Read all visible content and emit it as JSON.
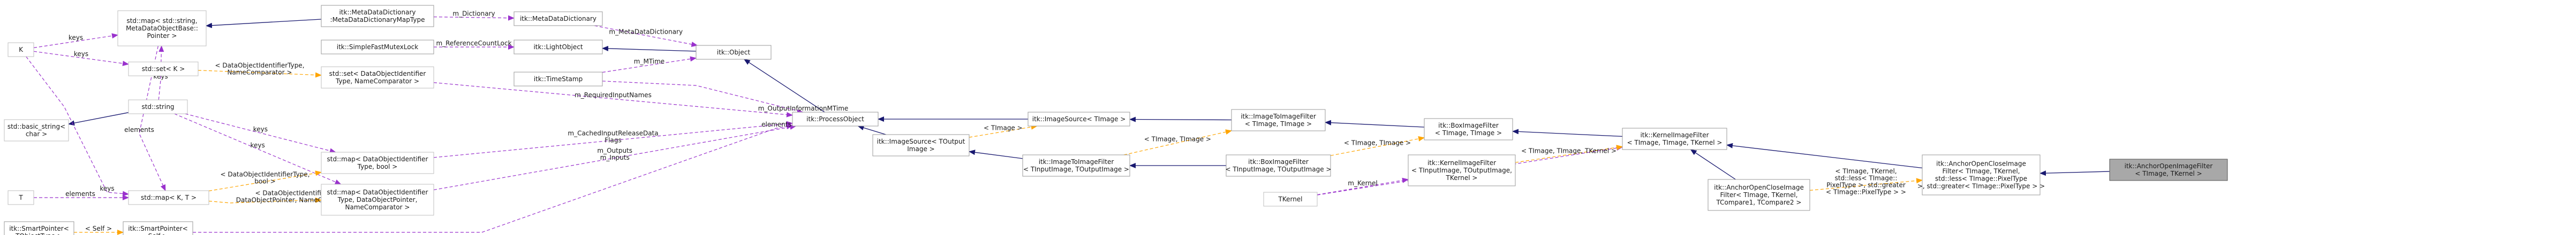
{
  "nodes": [
    {
      "id": "K",
      "lines": [
        "K"
      ],
      "style": "dashed"
    },
    {
      "id": "T",
      "lines": [
        "T"
      ],
      "style": "dashed"
    },
    {
      "id": "basic_string",
      "lines": [
        "std::basic_string<",
        "char >"
      ],
      "style": "dashed"
    },
    {
      "id": "string",
      "lines": [
        "std::string"
      ],
      "style": "dashed"
    },
    {
      "id": "map_base",
      "lines": [
        "std::map< std::string,",
        "MetaDataObjectBase::",
        "Pointer >"
      ],
      "style": "dashed"
    },
    {
      "id": "set_K",
      "lines": [
        "std::set< K >"
      ],
      "style": "dashed"
    },
    {
      "id": "map_KT",
      "lines": [
        "std::map< K, T >"
      ],
      "style": "dashed"
    },
    {
      "id": "smartptr_tobj",
      "lines": [
        "itk::SmartPointer<",
        "TObjectType >"
      ],
      "style": "solid"
    },
    {
      "id": "smartptr_self",
      "lines": [
        "itk::SmartPointer<",
        "Self >"
      ],
      "style": "solid"
    },
    {
      "id": "mdd_maptype",
      "lines": [
        "itk::MetaDataDictionary",
        ":MetaDataDictionaryMapType"
      ],
      "style": "solid"
    },
    {
      "id": "mdd",
      "lines": [
        "itk::MetaDataDictionary"
      ],
      "style": "solid"
    },
    {
      "id": "simple_mutex",
      "lines": [
        "itk::SimpleFastMutexLock"
      ],
      "style": "solid"
    },
    {
      "id": "light_object",
      "lines": [
        "itk::LightObject"
      ],
      "style": "solid"
    },
    {
      "id": "timestamp",
      "lines": [
        "itk::TimeStamp"
      ],
      "style": "solid"
    },
    {
      "id": "object",
      "lines": [
        "itk::Object"
      ],
      "style": "solid"
    },
    {
      "id": "set_dataobj",
      "lines": [
        "std::set< DataObjectIdentifier",
        "Type, NameComparator >"
      ],
      "style": "dashed"
    },
    {
      "id": "map_dataobj_bool",
      "lines": [
        "std::map< DataObjectIdentifier",
        "Type, bool >"
      ],
      "style": "dashed"
    },
    {
      "id": "map_dataobj_ptr",
      "lines": [
        "std::map< DataObjectIdentifier",
        "Type, DataObjectPointer,",
        "NameComparator >"
      ],
      "style": "dashed"
    },
    {
      "id": "process_object",
      "lines": [
        "itk::ProcessObject"
      ],
      "style": "solid"
    },
    {
      "id": "image_source_tout",
      "lines": [
        "itk::ImageSource< TOutput",
        "Image >"
      ],
      "style": "solid"
    },
    {
      "id": "image_source_timage",
      "lines": [
        "itk::ImageSource< TImage >"
      ],
      "style": "solid"
    },
    {
      "id": "i2i_tin_tout",
      "lines": [
        "itk::ImageToImageFilter",
        "< TInputImage, TOutputImage >"
      ],
      "style": "solid"
    },
    {
      "id": "i2i_timage",
      "lines": [
        "itk::ImageToImageFilter",
        "< TImage, TImage >"
      ],
      "style": "solid"
    },
    {
      "id": "box_tin_tout",
      "lines": [
        "itk::BoxImageFilter",
        "< TInputImage, TOutputImage >"
      ],
      "style": "solid"
    },
    {
      "id": "box_timage",
      "lines": [
        "itk::BoxImageFilter",
        "< TImage, TImage >"
      ],
      "style": "solid"
    },
    {
      "id": "tkernel",
      "lines": [
        "TKernel"
      ],
      "style": "dashed"
    },
    {
      "id": "kernel_tin",
      "lines": [
        "itk::KernelImageFilter",
        "< TInputImage, TOutputImage,",
        "TKernel >"
      ],
      "style": "solid"
    },
    {
      "id": "kernel_timage",
      "lines": [
        "itk::KernelImageFilter",
        "< TImage, TImage, TKernel >"
      ],
      "style": "solid"
    },
    {
      "id": "anchor_tpl",
      "lines": [
        "itk::AnchorOpenCloseImage",
        "Filter< TImage, TKernel,",
        "TCompare1, TCompare2 >"
      ],
      "style": "solid"
    },
    {
      "id": "anchor_less",
      "lines": [
        "itk::AnchorOpenCloseImage",
        "Filter< TImage, TKernel,",
        "std::less< TImage::PixelType",
        ">, std::greater< TImage::PixelType > >"
      ],
      "style": "solid"
    },
    {
      "id": "anchor_target",
      "lines": [
        "itk::AnchorOpenImageFilter",
        "< TImage, TKernel >"
      ],
      "style": "target"
    }
  ],
  "edges": [
    {
      "kind": "inherit",
      "from": "object",
      "to": "light_object",
      "label": []
    },
    {
      "kind": "inherit",
      "from": "process_object",
      "to": "object",
      "label": []
    },
    {
      "kind": "inherit",
      "from": "image_source_tout",
      "to": "process_object",
      "label": []
    },
    {
      "kind": "inherit",
      "from": "image_source_timage",
      "to": "process_object",
      "label": []
    },
    {
      "kind": "inherit",
      "from": "i2i_tin_tout",
      "to": "image_source_tout",
      "label": []
    },
    {
      "kind": "inherit",
      "from": "i2i_timage",
      "to": "image_source_timage",
      "label": []
    },
    {
      "kind": "inherit",
      "from": "box_tin_tout",
      "to": "i2i_tin_tout",
      "label": []
    },
    {
      "kind": "inherit",
      "from": "box_timage",
      "to": "i2i_timage",
      "label": []
    },
    {
      "kind": "inherit",
      "from": "kernel_timage",
      "to": "box_timage",
      "label": []
    },
    {
      "kind": "inherit",
      "from": "anchor_tpl",
      "to": "kernel_timage",
      "label": []
    },
    {
      "kind": "inherit",
      "from": "anchor_less",
      "to": "kernel_timage",
      "label": []
    },
    {
      "kind": "inherit",
      "from": "anchor_target",
      "to": "anchor_less",
      "label": []
    },
    {
      "kind": "inherit",
      "from": "mdd_maptype",
      "to": "map_base",
      "label": []
    },
    {
      "kind": "inherit",
      "from": "string",
      "to": "basic_string",
      "label": []
    },
    {
      "kind": "usage",
      "from": "mdd_maptype",
      "to": "mdd",
      "label": [
        "m_Dictionary"
      ]
    },
    {
      "kind": "usage",
      "from": "mdd",
      "to": "object",
      "label": [
        "m_MetaDataDictionary"
      ]
    },
    {
      "kind": "usage",
      "from": "simple_mutex",
      "to": "light_object",
      "label": [
        "m_ReferenceCountLock"
      ]
    },
    {
      "kind": "usage",
      "from": "timestamp",
      "to": "object",
      "label": [
        "m_MTime"
      ]
    },
    {
      "kind": "usage",
      "from": "timestamp",
      "to": "process_object",
      "label": [
        "m_OutputInformationMTime"
      ]
    },
    {
      "kind": "usage",
      "from": "set_dataobj",
      "to": "process_object",
      "label": [
        "m_RequiredInputNames"
      ]
    },
    {
      "kind": "usage",
      "from": "map_dataobj_bool",
      "to": "process_object",
      "label": [
        "m_CachedInputReleaseData",
        "Flags"
      ]
    },
    {
      "kind": "usage",
      "from": "map_dataobj_ptr",
      "to": "process_object",
      "label": [
        "m_Outputs",
        "m_Inputs"
      ]
    },
    {
      "kind": "usage",
      "from": "smartptr_self",
      "to": "process_object",
      "label": [
        "elements"
      ]
    },
    {
      "kind": "usage",
      "from": "K",
      "to": "map_base",
      "label": [
        "keys"
      ]
    },
    {
      "kind": "usage",
      "from": "K",
      "to": "set_K",
      "label": [
        "keys"
      ]
    },
    {
      "kind": "usage",
      "from": "K",
      "to": "map_KT",
      "label": [
        "keys"
      ]
    },
    {
      "kind": "usage",
      "from": "T",
      "to": "map_KT",
      "label": [
        "elements"
      ]
    },
    {
      "kind": "usage",
      "from": "string",
      "to": "map_base",
      "label": [
        "keys"
      ]
    },
    {
      "kind": "usage",
      "from": "string",
      "to": "map_dataobj_bool",
      "label": [
        "keys"
      ]
    },
    {
      "kind": "usage",
      "from": "string",
      "to": "map_dataobj_ptr",
      "label": [
        "keys"
      ]
    },
    {
      "kind": "usage",
      "from": "tkernel",
      "to": "kernel_tin",
      "label": [
        "m_Kernel"
      ]
    },
    {
      "kind": "usage",
      "from": "tkernel",
      "to": "kernel_timage",
      "label": [
        "m_Kernel"
      ]
    },
    {
      "kind": "usage",
      "from": "map_base",
      "to": "map_KT",
      "label": [
        "elements"
      ]
    },
    {
      "kind": "template",
      "from": "set_K",
      "to": "set_dataobj",
      "label": [
        "< DataObjectIdentifierType,",
        "NameComparator >"
      ]
    },
    {
      "kind": "template",
      "from": "map_KT",
      "to": "map_dataobj_bool",
      "label": [
        "< DataObjectIdentifierType,",
        "bool >"
      ]
    },
    {
      "kind": "template",
      "from": "map_KT",
      "to": "map_dataobj_ptr",
      "label": [
        "< DataObjectIdentifierType,",
        "DataObjectPointer, NameComparator >"
      ]
    },
    {
      "kind": "template",
      "from": "smartptr_tobj",
      "to": "smartptr_self",
      "label": [
        "< Self >"
      ]
    },
    {
      "kind": "template",
      "from": "image_source_tout",
      "to": "image_source_timage",
      "label": [
        "< TImage >"
      ]
    },
    {
      "kind": "template",
      "from": "i2i_tin_tout",
      "to": "i2i_timage",
      "label": [
        "< TImage, TImage >"
      ]
    },
    {
      "kind": "template",
      "from": "box_tin_tout",
      "to": "box_timage",
      "label": [
        "< TImage, TImage >"
      ]
    },
    {
      "kind": "template",
      "from": "kernel_tin",
      "to": "kernel_timage",
      "label": [
        "< TImage, TImage, TKernel >"
      ]
    },
    {
      "kind": "template",
      "from": "anchor_tpl",
      "to": "anchor_less",
      "label": [
        "< TImage, TKernel,",
        "std::less< TImage::",
        "PixelType >, std::greater",
        "< TImage::PixelType > >"
      ]
    }
  ]
}
